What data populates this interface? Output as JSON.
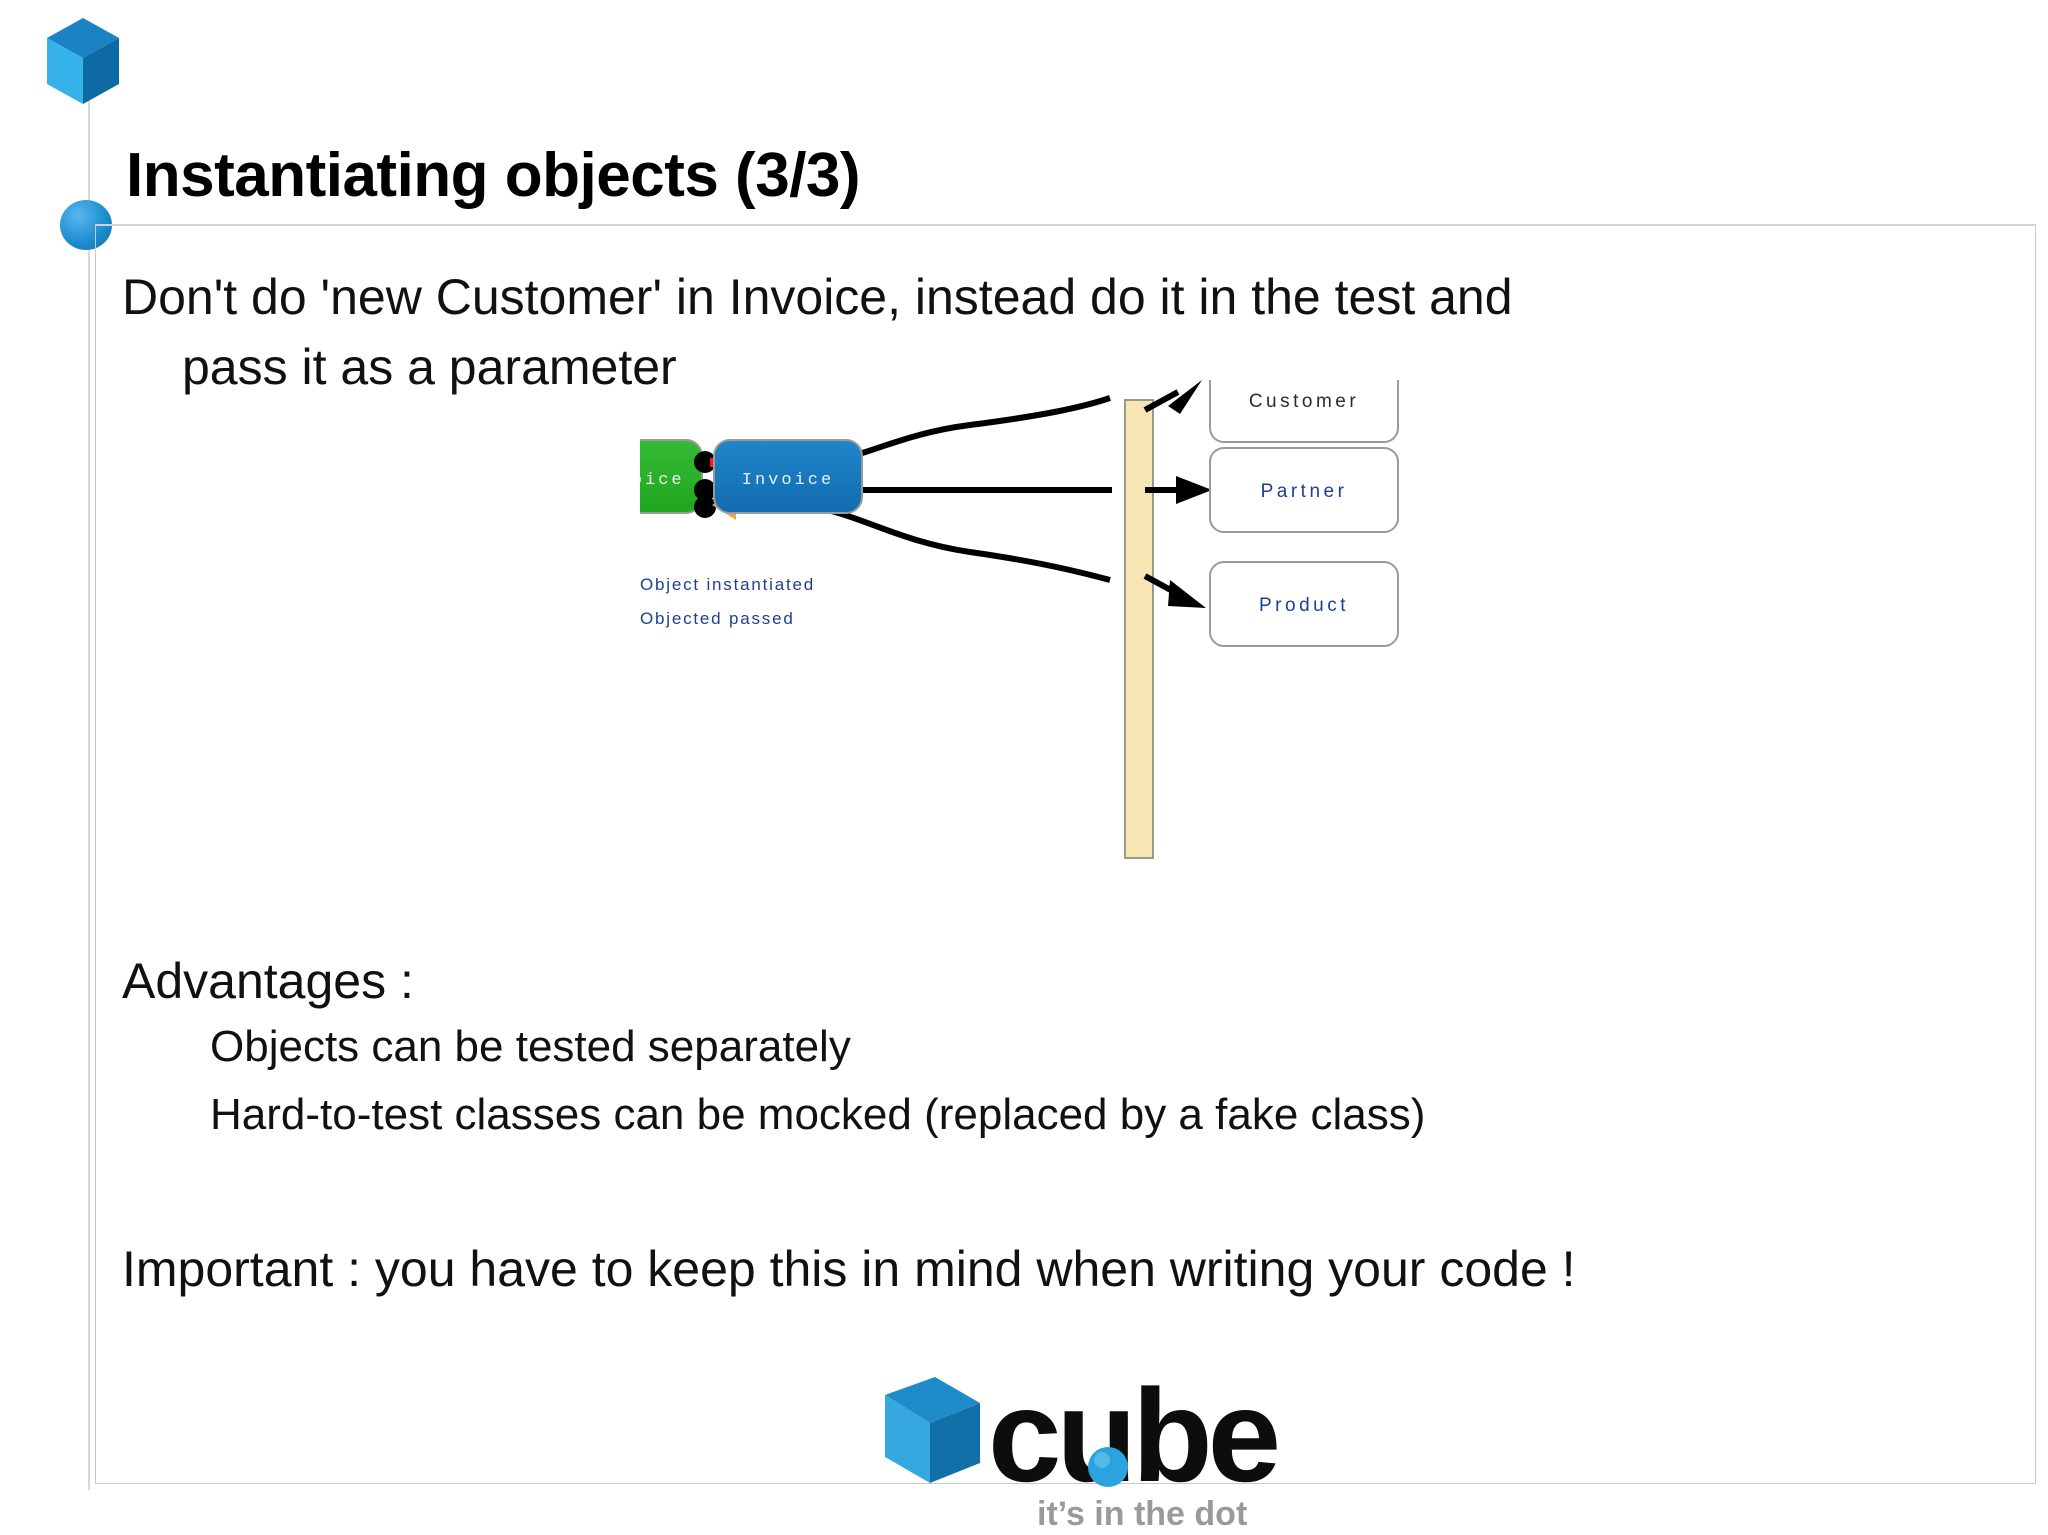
{
  "slide": {
    "title": "Instantiating objects (3/3)",
    "lead_line_1": "Don't do 'new Customer' in Invoice, instead do it in the test and",
    "lead_line_2": "pass it as a parameter",
    "advantages_heading": "Advantages :",
    "advantage_1": "Objects can be tested separately",
    "advantage_2": "Hard-to-test classes can be mocked (replaced by a fake class)",
    "important": "Important : you have to keep this in mind when writing your code !"
  },
  "diagram": {
    "nodes": [
      {
        "id": "test-invoice",
        "label": "TestInvoice",
        "fill": "#27ad27",
        "text_color": "#eaf7ea"
      },
      {
        "id": "invoice",
        "label": "Invoice",
        "fill": "#1878bd",
        "text_color": "#e6f1fb"
      },
      {
        "id": "customer",
        "label": "Customer",
        "fill": "#ffffff",
        "text_color": "#2c2c2c"
      },
      {
        "id": "partner",
        "label": "Partner",
        "fill": "#ffffff",
        "text_color": "#1f3f8f"
      },
      {
        "id": "product",
        "label": "Product",
        "fill": "#ffffff",
        "text_color": "#1f3f8f"
      }
    ],
    "boundary_bar_color": "#f7e6b4",
    "legend": [
      {
        "id": "object-instantiated",
        "label": "Object instantiated",
        "marker": "ball-arrow"
      },
      {
        "id": "objected-passed",
        "label": "Objected passed",
        "marker": "plain-arrow"
      }
    ],
    "accent_arrow_red": "#ff1a1a",
    "accent_arrow_orange": "#f2a358"
  },
  "logo": {
    "wordmark": "cube",
    "tagline": "it’s in the dot",
    "cube_light": "#35a8e0",
    "cube_mid": "#1e8cc8",
    "cube_dark": "#1170a8",
    "dot_color": "#2aa3e0"
  },
  "decor": {
    "cube_light": "#35b2ea",
    "cube_mid": "#1b82c4",
    "cube_dark": "#0d6aa4",
    "dot_color": "#1d8fd1",
    "rule_color": "#d3d3d3"
  }
}
